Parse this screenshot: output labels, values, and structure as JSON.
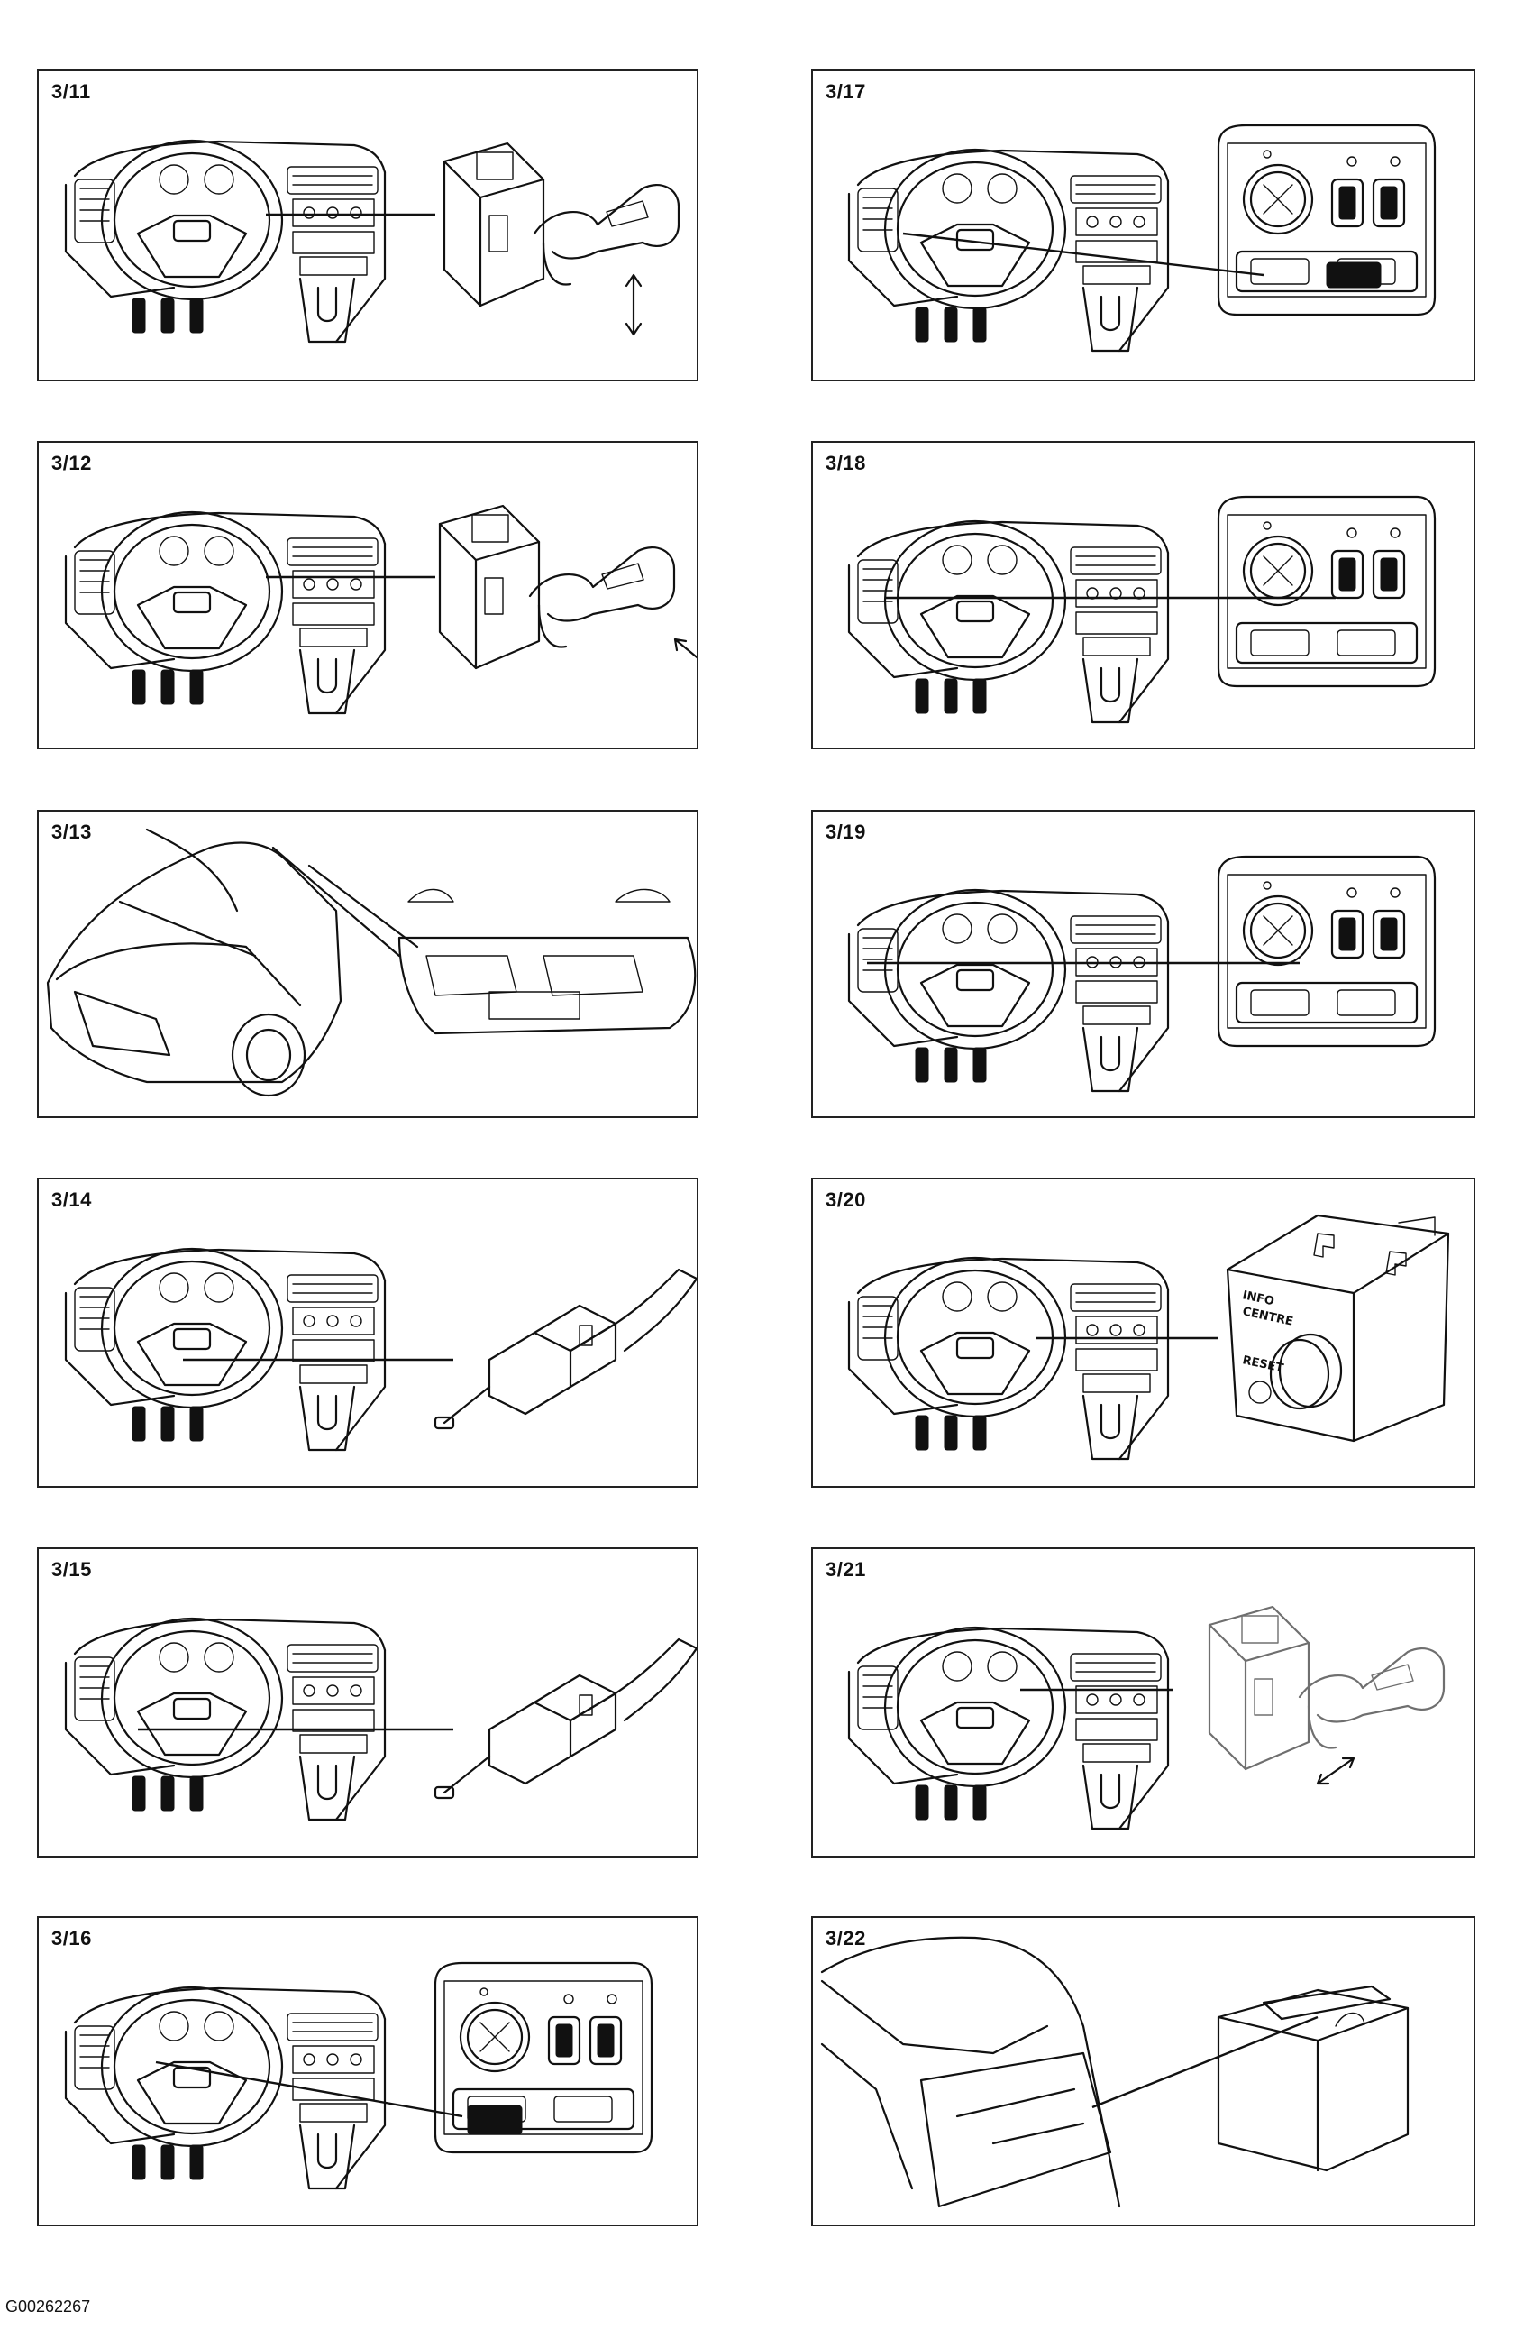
{
  "panels": [
    {
      "id": "p311",
      "label": "3/11",
      "component": "steering-column-switch-lever-up-down"
    },
    {
      "id": "p317",
      "label": "3/17",
      "component": "light-switch-panel-right-button"
    },
    {
      "id": "p312",
      "label": "3/12",
      "component": "steering-column-switch-lever-push"
    },
    {
      "id": "p318",
      "label": "3/18",
      "component": "light-switch-panel-rocker"
    },
    {
      "id": "p313",
      "label": "3/13",
      "component": "car-front-interior-roof-lights"
    },
    {
      "id": "p319",
      "label": "3/19",
      "component": "light-switch-panel-rocker-2"
    },
    {
      "id": "p314",
      "label": "3/14",
      "component": "brake-light-switch"
    },
    {
      "id": "p320",
      "label": "3/20",
      "component": "info-centre-module"
    },
    {
      "id": "p315",
      "label": "3/15",
      "component": "brake-light-switch-2"
    },
    {
      "id": "p321",
      "label": "3/21",
      "component": "steering-column-switch-lever-diagonal"
    },
    {
      "id": "p316",
      "label": "3/16",
      "component": "light-switch-panel-left-button"
    },
    {
      "id": "p322",
      "label": "3/22",
      "component": "rear-car-control-module"
    }
  ],
  "module_text": {
    "info": "INFO",
    "centre": "CENTRE",
    "reset": "RESET"
  },
  "footer": {
    "code": "G00262267"
  }
}
